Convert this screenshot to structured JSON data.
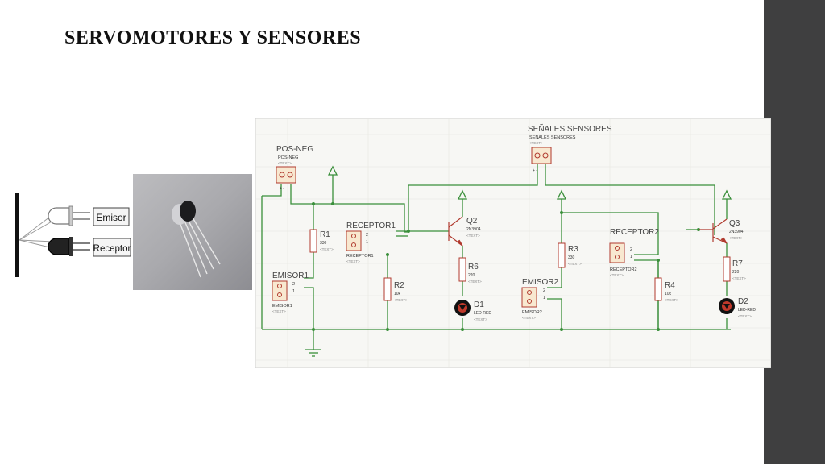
{
  "slide": {
    "title": "SERVOMOTORES Y SENSORES",
    "accent_color": "#3f3f40"
  },
  "sensor_diagram": {
    "emitter_label": "Emisor",
    "receiver_label": "Receptor"
  },
  "photo": {
    "description_icon": "ir-led-pair-photo"
  },
  "schematic": {
    "wire_color": "#3a8f3a",
    "part_color": "#b03a2e",
    "connectors": {
      "pos_neg": {
        "name": "POS-NEG",
        "sub": "POS-NEG",
        "text": "<TEXT>",
        "pins": "+ -"
      },
      "senales": {
        "name": "SEÑALES SENSORES",
        "sub": "SEÑALES SENSORES",
        "text": "<TEXT>",
        "pins": "+ -"
      },
      "receptor1": {
        "name": "RECEPTOR1",
        "sub": "RECEPTOR1",
        "text": "<TEXT>",
        "pin2": "2",
        "pin1": "1"
      },
      "emisor1": {
        "name": "EMISOR1",
        "sub": "EMISOR1",
        "text": "<TEXT>",
        "pin2": "2",
        "pin1": "1"
      },
      "emisor2": {
        "name": "EMISOR2",
        "sub": "EMISOR2",
        "text": "<TEXT>",
        "pin2": "2",
        "pin1": "1"
      },
      "receptor2": {
        "name": "RECEPTOR2",
        "sub": "RECEPTOR2",
        "text": "<TEXT>",
        "pin2": "2",
        "pin1": "1"
      }
    },
    "parts": {
      "r1": {
        "name": "R1",
        "value": "330",
        "text": "<TEXT>"
      },
      "r2": {
        "name": "R2",
        "value": "10k",
        "text": "<TEXT>"
      },
      "r3": {
        "name": "R3",
        "value": "330",
        "text": "<TEXT>"
      },
      "r4": {
        "name": "R4",
        "value": "10k",
        "text": "<TEXT>"
      },
      "r6": {
        "name": "R6",
        "value": "220",
        "text": "<TEXT>"
      },
      "r7": {
        "name": "R7",
        "value": "220",
        "text": "<TEXT>"
      },
      "q2": {
        "name": "Q2",
        "value": "2N3904",
        "text": "<TEXT>"
      },
      "q3": {
        "name": "Q3",
        "value": "2N3904",
        "text": "<TEXT>"
      },
      "d1": {
        "name": "D1",
        "value": "LED-RED",
        "text": "<TEXT>"
      },
      "d2": {
        "name": "D2",
        "value": "LED-RED",
        "text": "<TEXT>"
      }
    }
  }
}
